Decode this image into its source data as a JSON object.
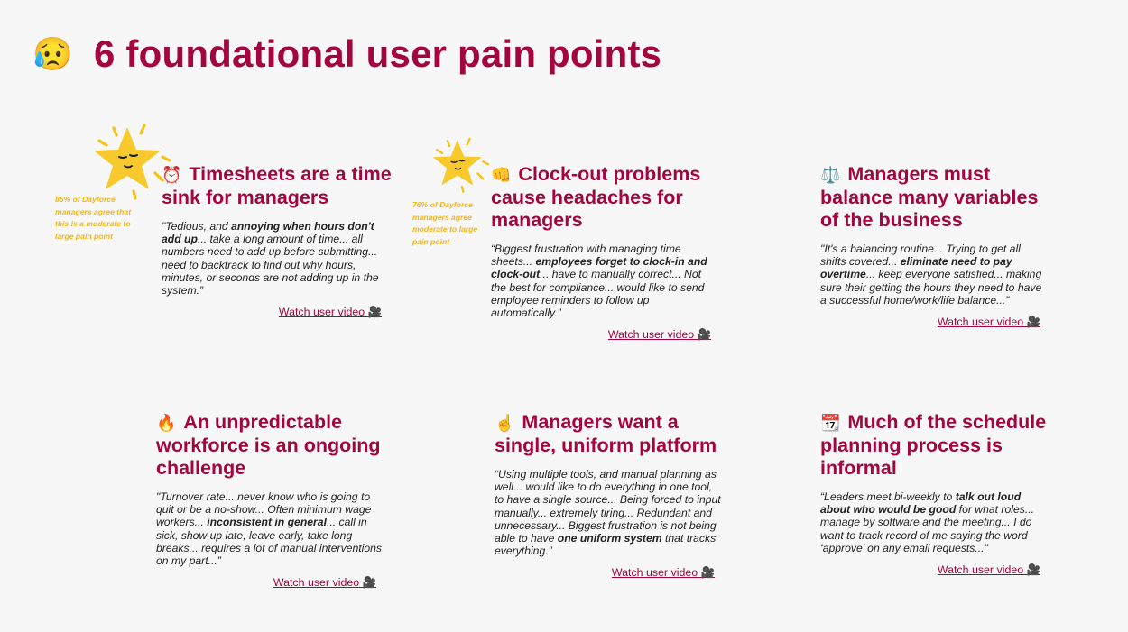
{
  "page": {
    "title": "6 foundational user pain points",
    "title_icon": "sad-sweat-face-icon",
    "title_emoji": "😥",
    "accent_color": "#a3063f",
    "stat_color": "#f2b51c"
  },
  "callouts": [
    {
      "text": "86% of Dayforce managers agree that this is a moderate to large pain point",
      "icon": "star-face-icon"
    },
    {
      "text": "76% of Dayforce managers agree moderate to large pain point",
      "icon": "star-face-icon"
    }
  ],
  "cards": [
    {
      "emoji": "⏰",
      "icon": "alarm-clock-icon",
      "title": "Timesheets are a time sink for managers",
      "quote": [
        {
          "t": "\"Tedious, and ",
          "b": false
        },
        {
          "t": "annoying when hours don't add up",
          "b": true
        },
        {
          "t": "... take a long amount of time... all numbers need to add up before submitting... need to backtrack to find out why hours, minutes, or seconds are not adding up in the system.”",
          "b": false
        }
      ],
      "link": "Watch user video 🎥"
    },
    {
      "emoji": "👊",
      "icon": "fist-icon",
      "title": "Clock-out problems cause headaches for managers",
      "quote": [
        {
          "t": "“Biggest frustration with managing time sheets... ",
          "b": false
        },
        {
          "t": "employees forget to clock-in and clock-out",
          "b": true
        },
        {
          "t": "... have to manually correct... Not the best for compliance... would like to send employee reminders to follow up automatically.”",
          "b": false
        }
      ],
      "link": "Watch user video 🎥"
    },
    {
      "emoji": "⚖️",
      "icon": "balance-scale-icon",
      "title": "Managers must balance many variables of the business",
      "quote": [
        {
          "t": "\"It's a balancing routine... Trying to get all shifts covered... ",
          "b": false
        },
        {
          "t": "eliminate need to pay overtime",
          "b": true
        },
        {
          "t": "... keep everyone satisfied... making sure their getting the hours they need to have a successful home/work/life balance...”",
          "b": false
        }
      ],
      "link": "Watch user video 🎥"
    },
    {
      "emoji": "🔥",
      "icon": "fire-icon",
      "title": "An unpredictable workforce is an ongoing challenge",
      "quote": [
        {
          "t": "\"Turnover rate... never know who is going to quit or be a no-show... Often minimum wage workers... ",
          "b": false
        },
        {
          "t": "inconsistent in general",
          "b": true
        },
        {
          "t": "... call in sick, show up late, leave early, take long breaks... requires a lot of manual interventions on my part...”",
          "b": false
        }
      ],
      "link": "Watch user video 🎥"
    },
    {
      "emoji": "☝️",
      "icon": "index-pointing-up-icon",
      "title": "Managers want a single, uniform platform",
      "quote": [
        {
          "t": "“Using multiple tools, and manual planning as well... would like to do everything in one tool, to have a single source... Being forced to input manually... extremely tiring... Redundant and unnecessary... Biggest frustration is not being able to have ",
          "b": false
        },
        {
          "t": "one uniform system",
          "b": true
        },
        {
          "t": " that tracks everything.”",
          "b": false
        }
      ],
      "link": "Watch user video 🎥"
    },
    {
      "emoji": "📆",
      "icon": "calendar-icon",
      "title": "Much of the schedule planning process is informal",
      "quote": [
        {
          "t": "“Leaders meet bi-weekly to ",
          "b": false
        },
        {
          "t": "talk out loud about who would be good",
          "b": true
        },
        {
          "t": " for what roles... manage by software and the meeting... I do want to track record of me saying the word ‘approve’ on any email requests...\"",
          "b": false
        }
      ],
      "link": "Watch user video 🎥"
    }
  ]
}
